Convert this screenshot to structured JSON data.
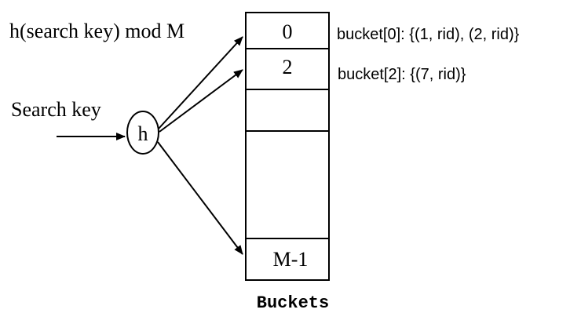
{
  "formula_label": "h(search key) mod M",
  "input_label": "Search key",
  "hash_function_label": "h",
  "buckets": {
    "caption": "Buckets",
    "slots": [
      "0",
      "2",
      "",
      "",
      "M-1"
    ]
  },
  "bucket_contents": [
    "bucket[0]: {(1, rid), (2, rid)}",
    "bucket[2]: {(7, rid)}"
  ],
  "colors": {
    "stroke": "#000000",
    "background": "#ffffff"
  }
}
